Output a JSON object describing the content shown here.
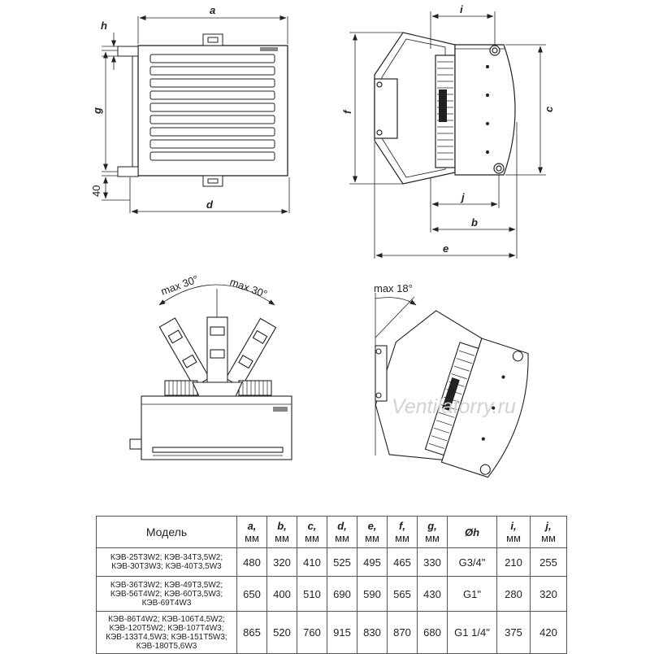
{
  "dimensions": {
    "a": "a",
    "b": "b",
    "c": "c",
    "d": "d",
    "e": "e",
    "f": "f",
    "g": "g",
    "h": "h",
    "i": "i",
    "j": "j",
    "bottom_offset": "40"
  },
  "angles": {
    "left_tilt": "max 30°",
    "right_tilt": "max 30°",
    "side_tilt": "max 18°"
  },
  "watermark": "Ventilatorry.ru",
  "table": {
    "model_header": "Модель",
    "unit": "мм",
    "columns": [
      {
        "symbol": "a,",
        "unit": "мм"
      },
      {
        "symbol": "b,",
        "unit": "мм"
      },
      {
        "symbol": "c,",
        "unit": "мм"
      },
      {
        "symbol": "d,",
        "unit": "мм"
      },
      {
        "symbol": "e,",
        "unit": "мм"
      },
      {
        "symbol": "f,",
        "unit": "мм"
      },
      {
        "symbol": "g,",
        "unit": "мм"
      },
      {
        "symbol": "Øh",
        "unit": ""
      },
      {
        "symbol": "i,",
        "unit": "мм"
      },
      {
        "symbol": "j,",
        "unit": "мм"
      }
    ],
    "rows": [
      {
        "models": [
          "КЭВ-25Т3W2; КЭВ-34Т3,5W2;",
          "КЭВ-30Т3W3; КЭВ-40Т3,5W3"
        ],
        "values": [
          "480",
          "320",
          "410",
          "525",
          "495",
          "465",
          "330",
          "G3/4\"",
          "210",
          "255"
        ]
      },
      {
        "models": [
          "КЭВ-36Т3W2; КЭВ-49Т3,5W2;",
          "КЭВ-56Т4W2; КЭВ-60Т3,5W3;",
          "КЭВ-69Т4W3"
        ],
        "values": [
          "650",
          "400",
          "510",
          "690",
          "590",
          "565",
          "430",
          "G1\"",
          "280",
          "320"
        ]
      },
      {
        "models": [
          "КЭВ-86Т4W2; КЭВ-106Т4,5W2;",
          "КЭВ-120Т5W2; КЭВ-107Т4W3;",
          "КЭВ-133Т4,5W3; КЭВ-151Т5W3;",
          "КЭВ-180Т5,6W3"
        ],
        "values": [
          "865",
          "520",
          "760",
          "915",
          "830",
          "870",
          "680",
          "G1 1/4\"",
          "375",
          "420"
        ]
      }
    ]
  }
}
